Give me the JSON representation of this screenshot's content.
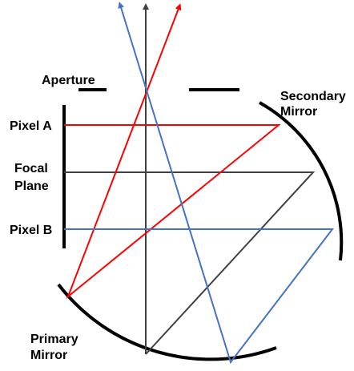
{
  "labels": {
    "aperture": "Aperture",
    "secondary_mirror_line1": "Secondary",
    "secondary_mirror_line2": "Mirror",
    "pixel_a": "Pixel A",
    "focal_plane_line1": "Focal",
    "focal_plane_line2": "Plane",
    "pixel_b": "Pixel B",
    "primary_mirror_line1": "Primary",
    "primary_mirror_line2": "Mirror"
  },
  "colors": {
    "structure": "#000000",
    "axis": "#404040",
    "ray_a": "#ff0000",
    "ray_b": "#4472c4"
  }
}
